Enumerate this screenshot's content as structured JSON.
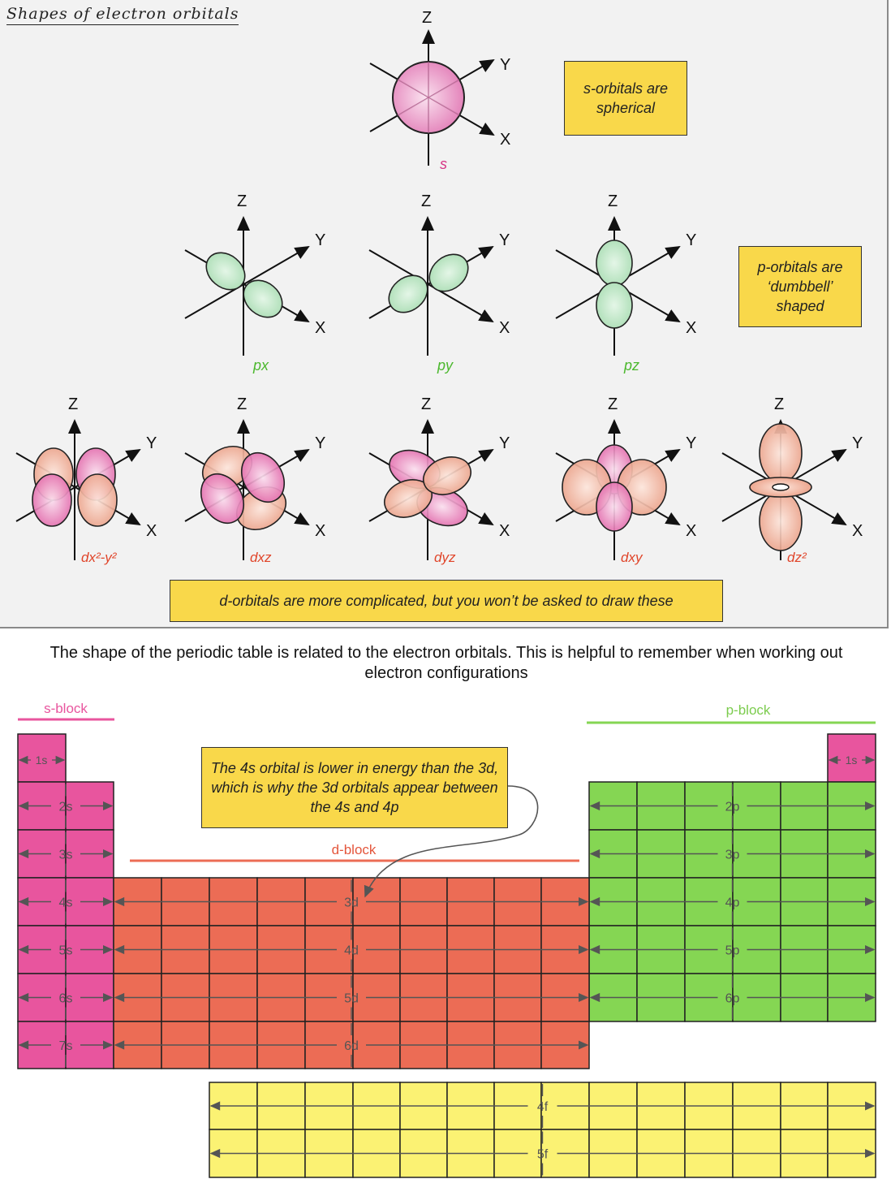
{
  "title": "Shapes of electron orbitals",
  "axis_labels": {
    "z": "Z",
    "y": "Y",
    "x": "X"
  },
  "orbitals": {
    "s": "s",
    "p": [
      "px",
      "py",
      "pz"
    ],
    "d": [
      "dx²-y²",
      "dxz",
      "dyz",
      "dxy",
      "dz²"
    ]
  },
  "notes": {
    "s_note": "s-orbitals are spherical",
    "p_note": "p-orbitals are ‘dumbbell’ shaped",
    "d_note": "d-orbitals are more complicated, but you won’t be asked to draw these",
    "energy_note": "The 4s orbital is lower in energy than the 3d, which is why the 3d orbitals appear between the 4s and 4p"
  },
  "caption": "The shape of the periodic table is related to the electron orbitals. This is helpful to remember when working out electron configurations",
  "blocks": {
    "s_block": "s-block",
    "p_block": "p-block",
    "d_block": "d-block"
  },
  "rows": {
    "s": [
      "1s",
      "2s",
      "3s",
      "4s",
      "5s",
      "6s",
      "7s"
    ],
    "p": [
      "1s",
      "2p",
      "3p",
      "4p",
      "5p",
      "6p"
    ],
    "d": [
      "3d",
      "4d",
      "5d",
      "6d"
    ],
    "f": [
      "4f",
      "5f"
    ]
  },
  "colors": {
    "s_block": "#e8559e",
    "p_block": "#85d653",
    "d_block": "#ec6c55",
    "f_block": "#fbf273",
    "note_bg": "#f9d84a",
    "p_orbital": "#c9ecd0",
    "s_orbital": "#ef8cc3",
    "d_orbital": "#f2a08a"
  }
}
